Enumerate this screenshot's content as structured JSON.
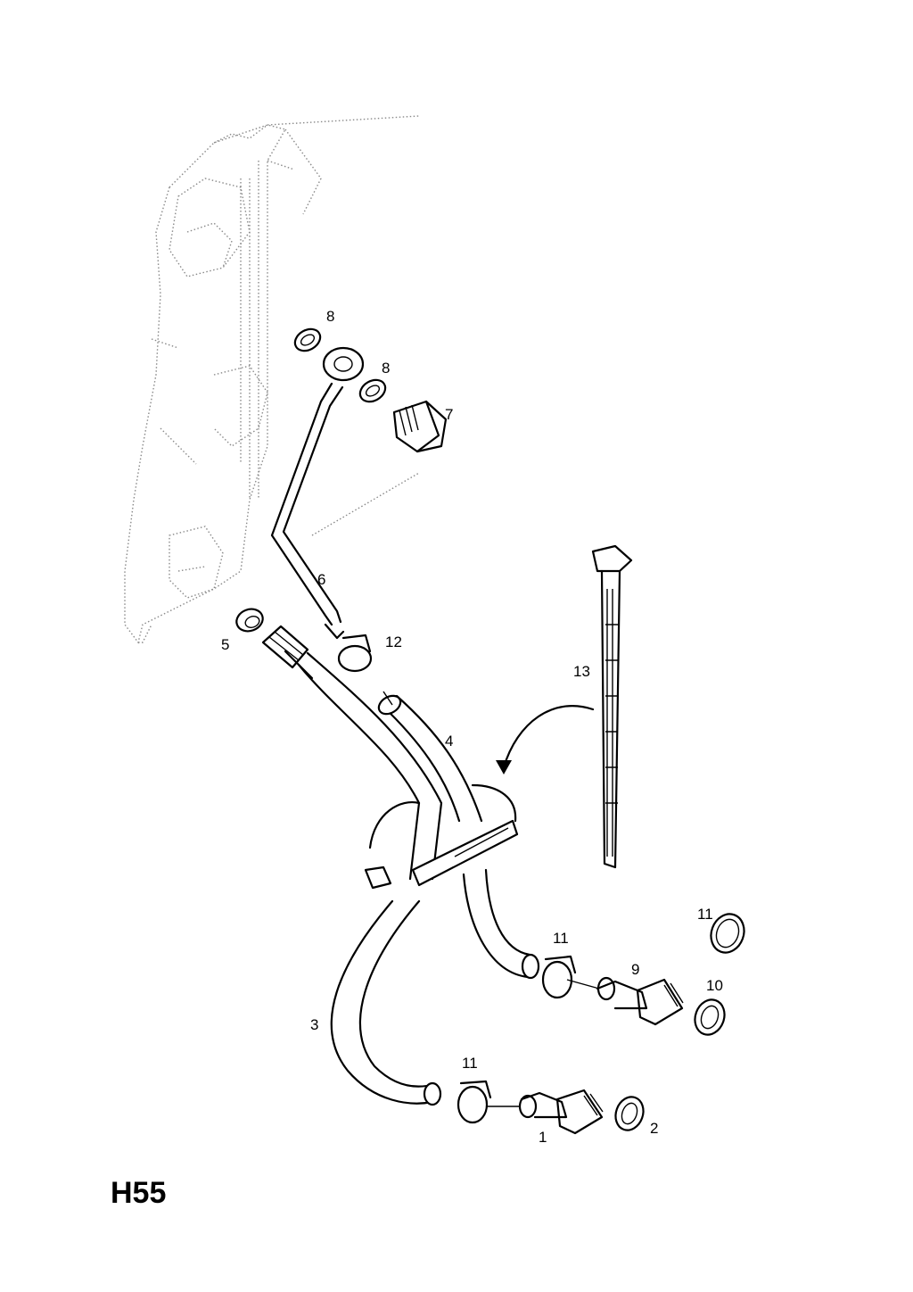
{
  "diagram_code": "H55",
  "callouts": {
    "c1": "1",
    "c2": "2",
    "c3": "3",
    "c4": "4",
    "c5": "5",
    "c6": "6",
    "c7": "7",
    "c8a": "8",
    "c8b": "8",
    "c9": "9",
    "c10": "10",
    "c11a": "11",
    "c11b": "11",
    "c11c": "11",
    "c12": "12",
    "c13": "13"
  }
}
